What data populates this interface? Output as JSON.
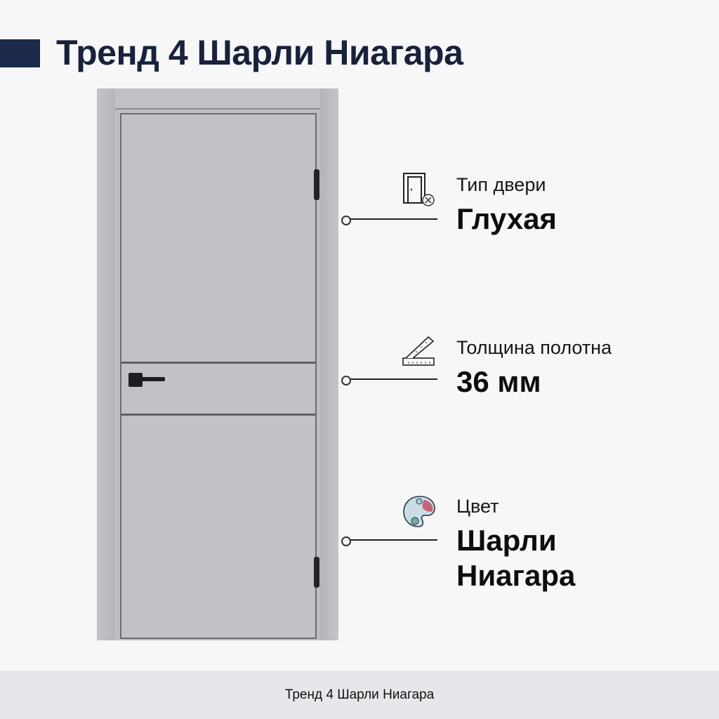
{
  "header": {
    "title": "Тренд 4 Шарли Ниагара",
    "accent_color": "#1b2a4a"
  },
  "product_image": {
    "subject": "door",
    "door_color": "#c1c2c5",
    "handle_color": "#1d1e21"
  },
  "features": [
    {
      "icon": "door-icon",
      "label": "Тип двери",
      "value": "Глухая"
    },
    {
      "icon": "ruler-icon",
      "label": "Толщина полотна",
      "value": "36 мм"
    },
    {
      "icon": "palette-icon",
      "label": "Цвет",
      "value_line1": "Шарли",
      "value_line2": "Ниагара"
    }
  ],
  "footer": {
    "caption": "Тренд 4 Шарли Ниагара"
  }
}
